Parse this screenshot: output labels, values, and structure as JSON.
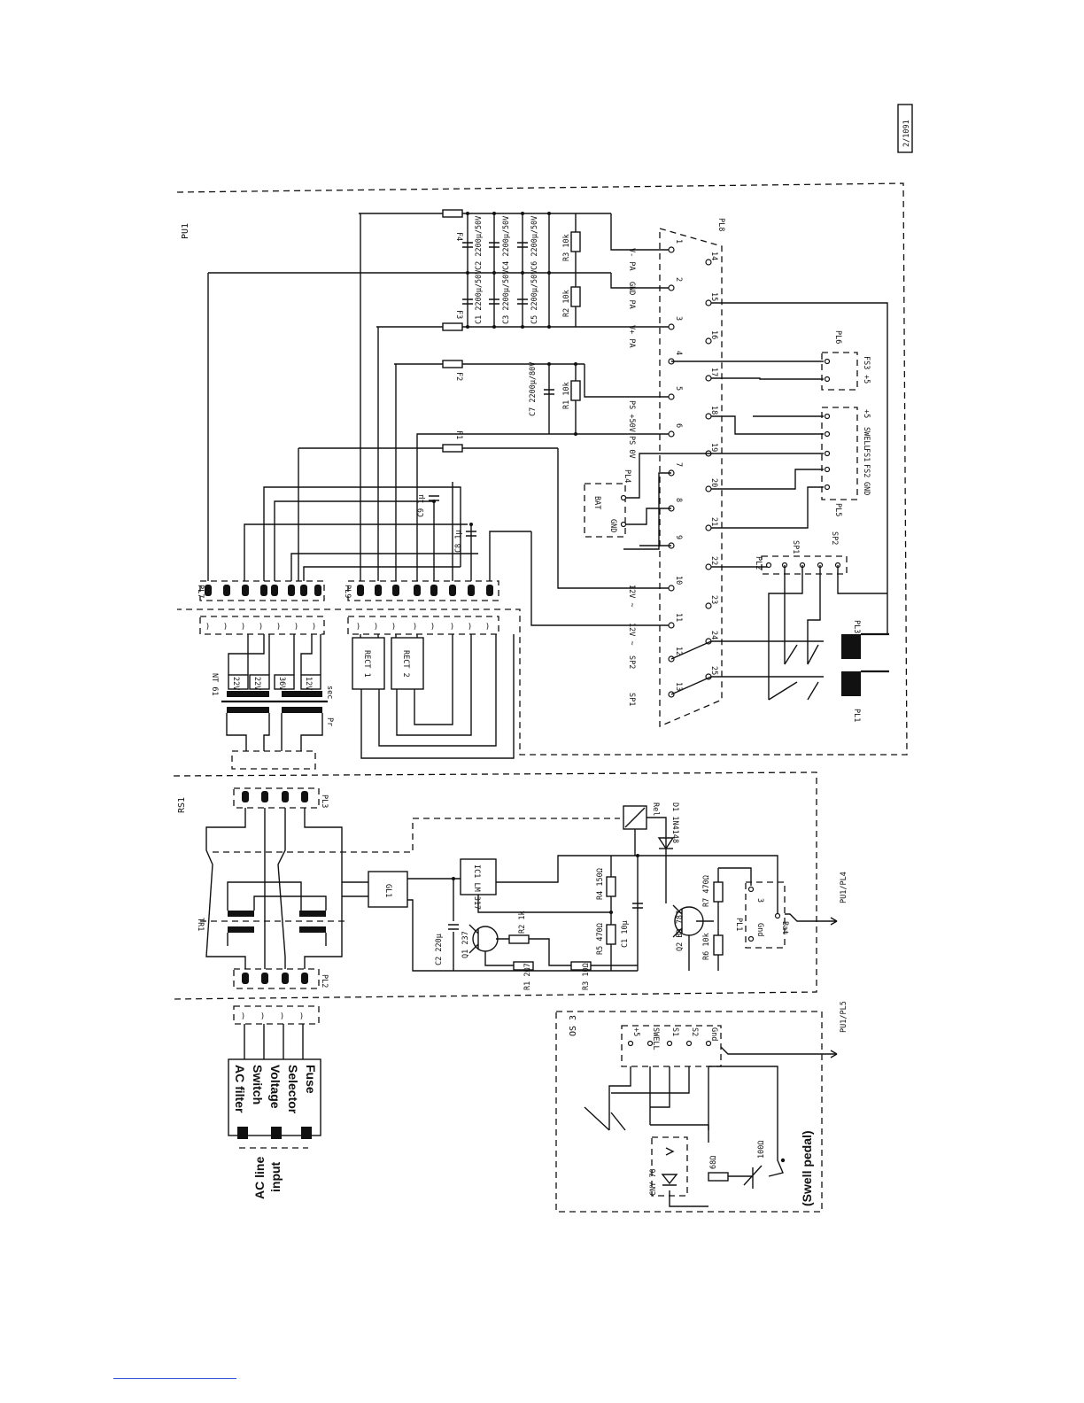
{
  "ref_box": "2/1091",
  "unit_labels": {
    "pu1": "PU1",
    "rs1": "RS1",
    "os3": "OS 3",
    "swell_pedal": "(Swell pedal)",
    "ac_line_input": [
      "AC line",
      "input"
    ],
    "ac_block": [
      "AC filter",
      "Switch",
      "Voltage",
      "Selector",
      "Fuse"
    ],
    "arrow_pl4": "PU1/PL4",
    "arrow_pl5": "PU1/PL5"
  },
  "psu": {
    "fuses": [
      "F4",
      "F3",
      "F2",
      "F1"
    ],
    "caps": [
      "C1 2200µ/50V",
      "C2 2200µ/50V",
      "C3 2200µ/50V",
      "C4 2200µ/50V",
      "C5 2200µ/50V",
      "C6 2200µ/50V",
      "C7 2200µ/80V",
      "C8 1µ",
      "C9 1µ"
    ],
    "resistors": [
      "R3 10k",
      "R2 10k",
      "R1 10k"
    ],
    "plugs": [
      "PL7",
      "PL9",
      "PL8",
      "PL6",
      "PL4",
      "PL5",
      "PL2",
      "PL1",
      "PL3",
      "SP1",
      "SP2"
    ],
    "pl8_top": [
      "1",
      "2",
      "3",
      "4",
      "5",
      "6",
      "7",
      "8",
      "9",
      "10",
      "11",
      "12",
      "13"
    ],
    "pl8_bot": [
      "14",
      "15",
      "16",
      "17",
      "18",
      "19",
      "20",
      "21",
      "22",
      "23",
      "24",
      "25"
    ],
    "net_names": [
      "V- PA",
      "GND PA",
      "V+ PA",
      "PS +50V",
      "PS 0V",
      "12V ~",
      "12V ~",
      "SP2",
      "SP1"
    ],
    "pl6_pins": [
      "FS3",
      "+5"
    ],
    "pl5_pins": [
      "+5",
      "SWELL",
      "FS1",
      "FS2",
      "GND"
    ],
    "pl4_pins": [
      "BAT",
      "GND"
    ],
    "transformer": "NT 61",
    "tr_windings": [
      "22V",
      "22V",
      "36V",
      "12V"
    ],
    "tr_labels": [
      "Pr",
      "sec"
    ],
    "rects": [
      "RECT 1",
      "RECT 2"
    ]
  },
  "rs1": {
    "parts": [
      "TR1",
      "GL1",
      "IC1 LM 317",
      "Q1 237",
      "Q2 BD 787",
      "C2 220µ",
      "C1 10µ",
      "R1 2Ω7",
      "R2 1k",
      "R3 10Ω",
      "R4 150Ω",
      "R5 470Ω",
      "R6 10k",
      "R7 470Ω",
      "D1 1N4148",
      "Rel"
    ],
    "plugs": [
      "PL3",
      "PL2",
      "PL1"
    ],
    "pl1_pins": [
      "Gnd",
      "3",
      "Bat"
    ]
  },
  "os3": {
    "pins": [
      "+5",
      "SWELL",
      "S1",
      "S2",
      "Gnd"
    ],
    "parts": [
      "CNY 70",
      "68Ω",
      "100Ω"
    ]
  }
}
